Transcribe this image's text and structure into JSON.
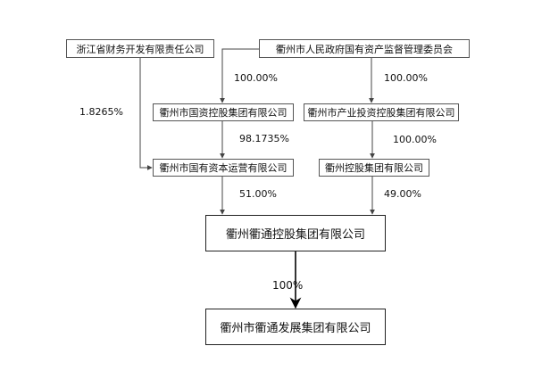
{
  "nodes": {
    "zhejiang_finance": "浙江省财务开发有限责任公司",
    "quzhou_sasac": "衢州市人民政府国有资产监督管理委员会",
    "state_holding_group": "衢州市国资控股集团有限公司",
    "industry_investment_group": "衢州市产业投资控股集团有限公司",
    "state_capital_operation": "衢州市国有资本运营有限公司",
    "quzhou_holding_group": "衢州控股集团有限公司",
    "qutong_holding": "衢州衢通控股集团有限公司",
    "qutong_development": "衢州市衢通发展集团有限公司"
  },
  "percentages": {
    "sasac_to_state_holding": "100.00%",
    "sasac_to_industry_investment": "100.00%",
    "zhejiang_to_capital_operation": "1.8265%",
    "state_holding_to_capital_operation": "98.1735%",
    "industry_investment_to_holding_group": "100.00%",
    "capital_operation_to_qutong": "51.00%",
    "holding_group_to_qutong": "49.00%",
    "qutong_to_development": "100%"
  }
}
